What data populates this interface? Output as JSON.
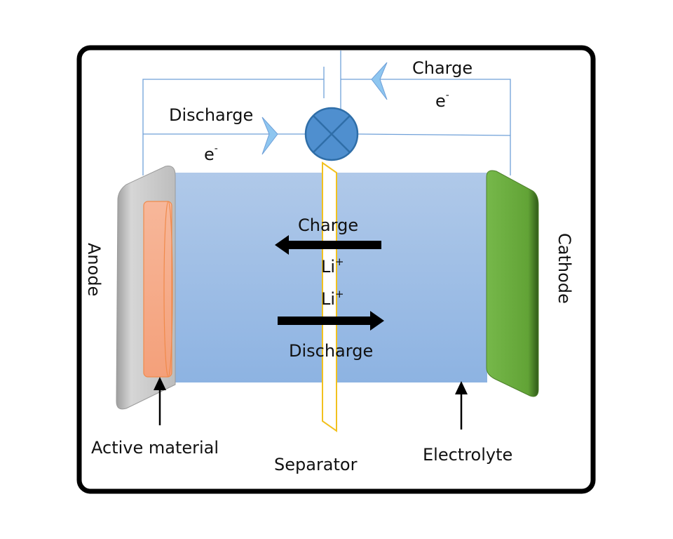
{
  "diagram": {
    "title": "Lithium-ion battery schematic",
    "labels": {
      "anode": "Anode",
      "cathode": "Cathode",
      "active_material": "Active material",
      "separator": "Separator",
      "electrolyte": "Electrolyte",
      "top_charge": "Charge",
      "top_charge_electron": "e",
      "top_discharge": "Discharge",
      "top_discharge_electron": "e",
      "electron_superscript": "-",
      "ion_charge": "Charge",
      "ion_discharge": "Discharge",
      "ion_1": "Li",
      "ion_2": "Li",
      "ion_superscript": "+"
    },
    "colors": {
      "frame": "#000000",
      "wire": "#6fa0d8",
      "electrolyte_top": "#afc8e8",
      "electrolyte_bottom": "#8fb4e2",
      "anode_plate": "#b8b8b8",
      "active_material": "#f6a884",
      "active_material_stroke": "#f08a4b",
      "cathode_plate": "#6aa83c",
      "separator_stroke": "#f2c11e",
      "lamp_fill": "#4f8fcf",
      "lamp_stroke": "#2f6ea8",
      "chevron": "#8ec6f0",
      "arrow": "#000000"
    }
  }
}
